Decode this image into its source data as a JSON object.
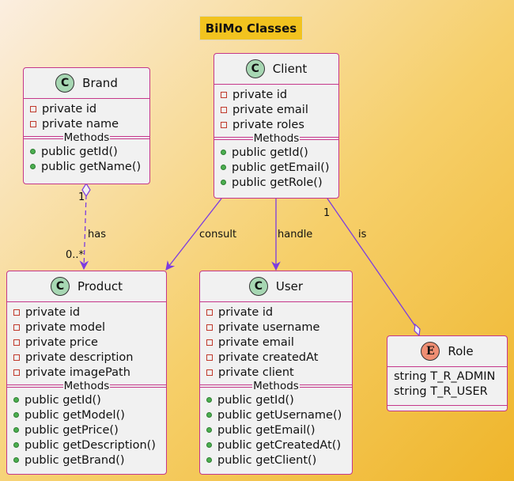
{
  "title": "BilMo Classes",
  "colors": {
    "border": "#c5378a",
    "link": "#7c3ce0",
    "classBadge": "#a7d7b3",
    "enumBadge": "#ef8e73"
  },
  "classes": {
    "brand": {
      "badge": "C",
      "name": "Brand",
      "attributes": [
        "private id",
        "private name"
      ],
      "separator": "Methods",
      "methods": [
        "public getId()",
        "public getName()"
      ]
    },
    "client": {
      "badge": "C",
      "name": "Client",
      "attributes": [
        "private id",
        "private email",
        "private roles"
      ],
      "separator": "Methods",
      "methods": [
        "public getId()",
        "public getEmail()",
        "public getRole()"
      ]
    },
    "product": {
      "badge": "C",
      "name": "Product",
      "attributes": [
        "private id",
        "private model",
        "private price",
        "private description",
        "private imagePath"
      ],
      "separator": "Methods",
      "methods": [
        "public getId()",
        "public getModel()",
        "public getPrice()",
        "public getDescription()",
        "public getBrand()"
      ]
    },
    "user": {
      "badge": "C",
      "name": "User",
      "attributes": [
        "private id",
        "private username",
        "private email",
        "private createdAt",
        "private client"
      ],
      "separator": "Methods",
      "methods": [
        "public getId()",
        "public getUsername()",
        "public getEmail()",
        "public getCreatedAt()",
        "public getClient()"
      ]
    },
    "role": {
      "badge": "E",
      "name": "Role",
      "values": [
        "string T_R_ADMIN",
        "string T_R_USER"
      ]
    }
  },
  "relations": {
    "brand_product": {
      "label": "has",
      "from_mult": "1",
      "to_mult": "0..*"
    },
    "client_product": {
      "label": "consult"
    },
    "client_user": {
      "label": "handle"
    },
    "client_role": {
      "label": "is",
      "from_mult": "1"
    }
  }
}
